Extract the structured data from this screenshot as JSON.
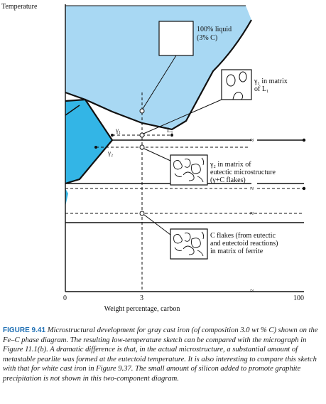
{
  "axes": {
    "y_label": "Temperature",
    "x_label": "Weight percentage, carbon",
    "x_ticks": [
      "0",
      "3",
      "100"
    ]
  },
  "labels": {
    "liquid": "100% liquid",
    "liquid_comp": "(3% C)",
    "gamma1_note_l1": "γ₁ in matrix",
    "gamma1_note_l2": "of L₁",
    "L1": "L₁",
    "gamma1": "γ₁",
    "gamma2": "γ₂",
    "gamma2_note_l1": "γ₂ in matrix of",
    "gamma2_note_l2": "eutectic microstructure",
    "gamma2_note_l3": "(γ+C flakes)",
    "cflakes_l1": "C flakes (from eutectic",
    "cflakes_l2": "and eutectoid reactions)",
    "cflakes_l3": "in matrix of ferrite"
  },
  "caption": {
    "figure": "FIGURE 9.41",
    "text": "Microstructural development for gray cast iron (of composition 3.0 wt % C) shown on the Fe–C phase diagram. The resulting low-temperature sketch can be compared with the micrograph in Figure 11.1(b). A dramatic difference is that, in the actual microstructure, a substantial amount of metastable pearlite was formed at the eutectoid temperature. It is also interesting to compare this sketch with that for white cast iron in Figure 9.37. The small amount of silicon added to promote graphite precipitation is not shown in this two-component diagram."
  },
  "colors": {
    "liquid_region": "#a8d8f3",
    "austenite_region": "#33b5e6",
    "line": "#111111"
  }
}
